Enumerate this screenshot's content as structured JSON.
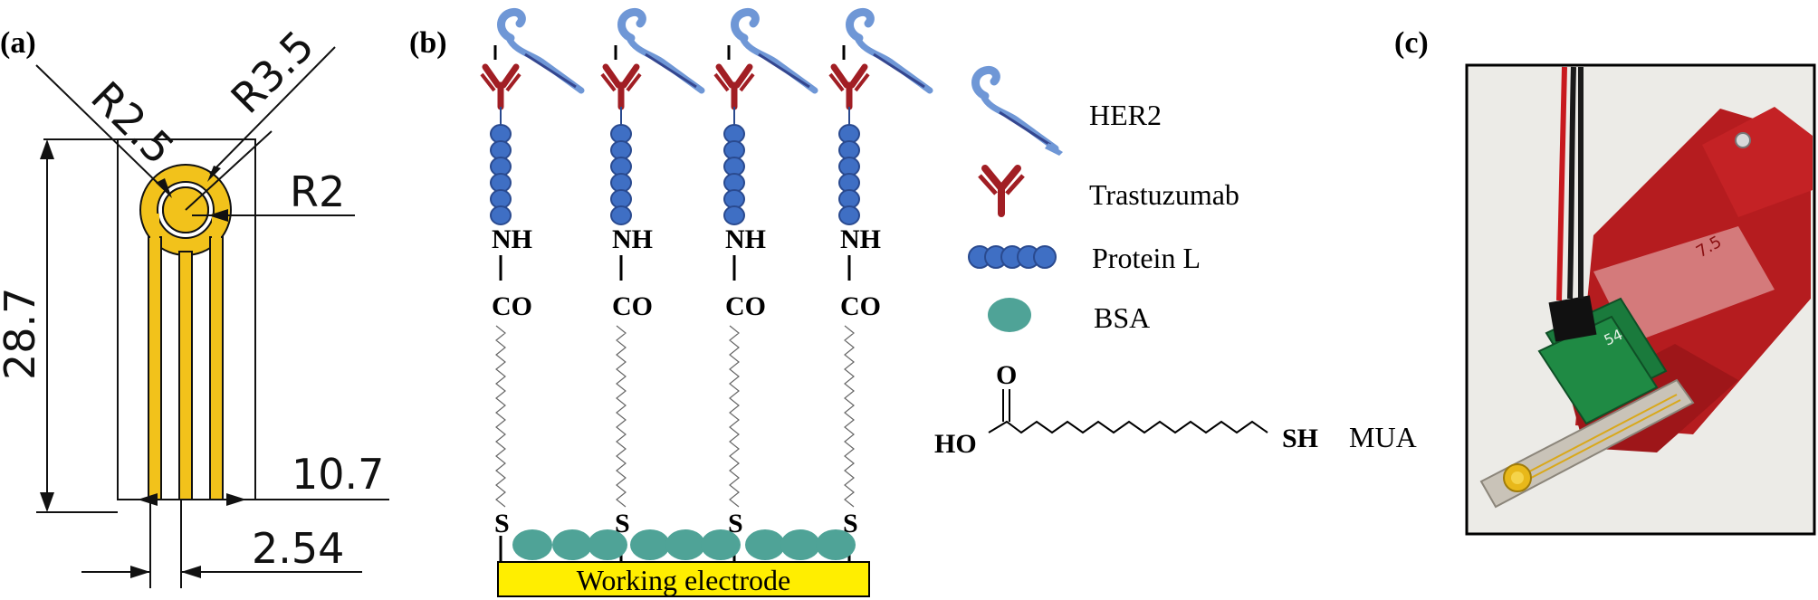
{
  "panels": {
    "a": "(a)",
    "b": "(b)",
    "c": "(c)"
  },
  "panel_a": {
    "dims": {
      "r25": "R2.5",
      "r35": "R3.5",
      "r2": "R2",
      "h": "28.7",
      "w": "10.7",
      "pitch": "2.54"
    },
    "colors": {
      "trace": "#f2c21b",
      "outline": "#111111"
    }
  },
  "panel_b": {
    "chain_labels": {
      "nh": "NH",
      "co": "CO",
      "s": "S"
    },
    "electrode_label": "Working electrode",
    "legend": {
      "her2": "HER2",
      "trastuzumab": "Trastuzumab",
      "protein_l": "Protein L",
      "bsa": "BSA",
      "mua": "MUA"
    },
    "mua_formula": {
      "ho": "HO",
      "o": "O",
      "sh": "SH"
    },
    "colors": {
      "her2": "#6f97d6",
      "antibody": "#a11e24",
      "protein_l": "#3f6fc4",
      "bsa": "#4fa397",
      "electrode": "#ffee00"
    }
  },
  "panel_c": {
    "board_label": "54",
    "clip_label": "7.5"
  }
}
